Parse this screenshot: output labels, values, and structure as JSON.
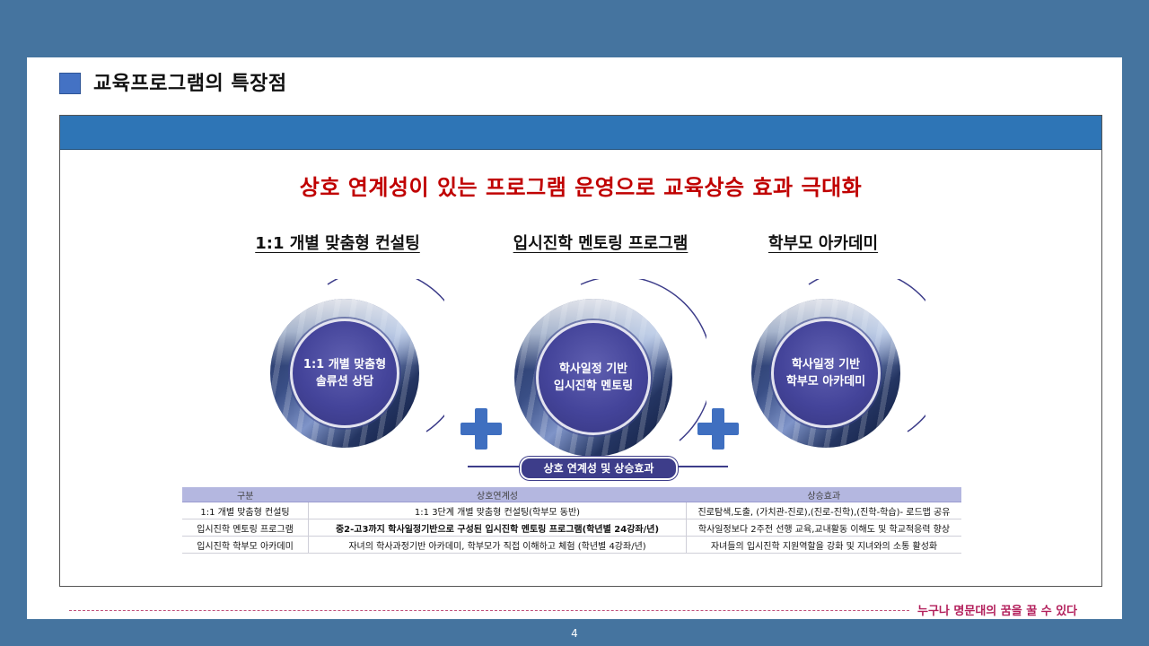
{
  "slide": {
    "title": "교육프로그램의 특장점",
    "headline": "상호 연계성이 있는 프로그램 운영으로  교육상승 효과 극대화",
    "programs": [
      {
        "title": "1:1 개별 맞춤형 컨설팅",
        "circle_text": "1:1 개별 맞춤형\n솔류션 상담"
      },
      {
        "title": "입시진학 멘토링 프로그램",
        "circle_text": "학사일정 기반\n입시진학 멘토링"
      },
      {
        "title": "학부모 아카데미",
        "circle_text": "학사일정 기반\n학부모 아카데미"
      }
    ],
    "synergy_label": "상호 연계성 및 상승효과",
    "table": {
      "headers": [
        "구분",
        "상호연계성",
        "상승효과"
      ],
      "rows": [
        [
          "1:1 개별 맞춤형 컨설팅",
          "1:1 3단계 개별 맞춤형 컨설팅(학부모 동반)",
          "진로탐색,도출, (가치관-진로),(진로-진학),(진학-학습)- 로드맵 공유"
        ],
        [
          "입시진학 멘토링 프로그램",
          "중2-고3까지 학사일정기반으로 구성된 입시진학 멘토링 프로그램(학년별 24강좌/년)",
          "학사일정보다 2주전 선행 교육,교내활동 이해도 및 학교적응력 향상"
        ],
        [
          "입시진학 학부모 아카데미",
          "자녀의 학사과정기반 아카데미, 학부모가 직접 이해하고 체험 (학년별 4강좌/년)",
          "자녀들의  입시진학 지원역할을  강화 및 지녀와의 소통 활성화"
        ]
      ]
    },
    "slogan": "누구나 명문대의 꿈을 꿀 수 있다",
    "page_number": "4"
  },
  "colors": {
    "background": "#45749f",
    "header_bar": "#2e75b6",
    "headline": "#c00000",
    "accent": "#3f6fc0",
    "slogan": "#b3205c"
  },
  "icons": [
    "plus-icon",
    "title-square-icon"
  ]
}
